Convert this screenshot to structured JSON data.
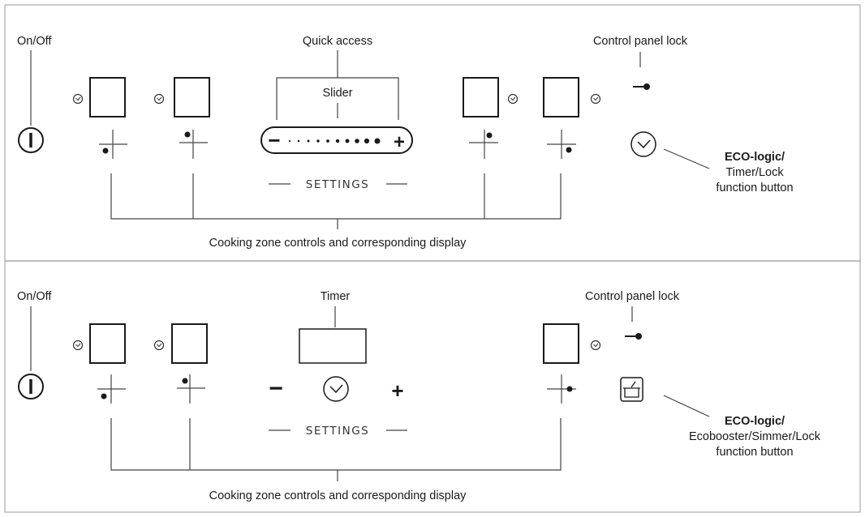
{
  "panel1": {
    "on_off": "On/Off",
    "quick_access": "Quick access",
    "slider": "Slider",
    "slider_minus": "−",
    "slider_plus": "+",
    "settings": "SETTINGS",
    "control_panel_lock": "Control panel lock",
    "eco_title": "ECO-logic/",
    "eco_line2": "Timer/Lock",
    "eco_line3": "function button",
    "cooking_zone_caption": "Cooking zone controls and corresponding display"
  },
  "panel2": {
    "on_off": "On/Off",
    "timer": "Timer",
    "minus": "−",
    "plus": "+",
    "settings": "SETTINGS",
    "control_panel_lock": "Control panel lock",
    "eco_title": "ECO-logic/",
    "eco_line2": "Ecobooster/Simmer/Lock",
    "eco_line3": "function button",
    "cooking_zone_caption": "Cooking zone controls and corresponding display"
  }
}
